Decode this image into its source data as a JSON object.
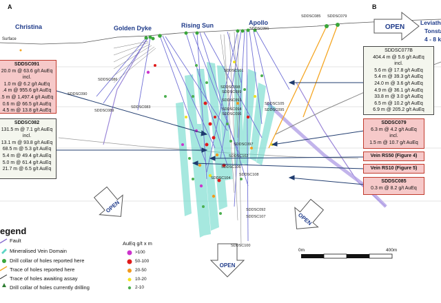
{
  "panel_labels": {
    "a": "A",
    "b": "B"
  },
  "deposits": [
    "Christina",
    "Golden Dyke",
    "Rising Sun",
    "Apollo"
  ],
  "leviathan": {
    "line1": "Leviath",
    "line2": "Tonsta",
    "line3": "4 - 8 k"
  },
  "surface_label": "Surface",
  "open_label": "OPEN",
  "hole_labels": [
    "SDDSC085",
    "SDDSC079",
    "SDDSC091",
    "SDDSC090",
    "SDDSC086",
    "SDDSC089",
    "SDDSC083",
    "SDDSC101",
    "SDDSC098",
    "SDDSC099",
    "SDDSC093",
    "SDDSC094",
    "SDDSC096",
    "SDDSC105",
    "SDDSC095",
    "SDDSC097",
    "SDDSC102",
    "SDDSC106",
    "SDDSC104",
    "SDDSC108",
    "SDDSC092",
    "SDDSC107",
    "SDDSC100"
  ],
  "boxes": {
    "sddsc091": {
      "title": "SDDSC091",
      "lines": [
        "20.0 m @ 63.6 g/t AuEq",
        "incl.",
        "1.0 m @ 6.2 g/t AuEq",
        ".4 m @ 955.6 g/t AuEq",
        ".5 m @ 1,497.4 g/t AuEq",
        "0.6 m @ 66.5 g/t AuEq",
        "4.5 m @ 13.8 g/t AuEq"
      ]
    },
    "sddsc082": {
      "title": "SDDSC082",
      "lines": [
        "131.5 m @ 7.1 g/t AuEq",
        "incl.",
        "13.1 m @ 93.8 g/t AuEq",
        "68.5 m @ 5.3 g/t AuEq",
        "5.4 m @ 49.4 g/t AuEq",
        "5.0 m @ 61.4 g/t AuEq",
        "21.7 m @ 6.5 g/t AuEq"
      ]
    },
    "sddsc077b": {
      "title": "SDDSC077B",
      "lines": [
        "404.4 m @ 5.6 g/t AuEq",
        "incl.",
        "5.6 m @ 17.8 g/t AuEq",
        "5.4 m @ 39.3 g/t AuEq",
        "24.0 m @ 3.6 g/t AuEq",
        "4.9 m @ 36.1 g/t AuEq",
        "33.8 m @ 3.0 g/t AuEq",
        "6.5 m @ 10.2 g/t AuEq",
        "6.9 m @ 205.2 g/t AuEq"
      ]
    },
    "sddsc079": {
      "title": "SDDSC079",
      "lines": [
        "6.3 m @ 4.2 g/t AuEq",
        "incl.",
        "1.5 m @ 10.7 g/t AuEq"
      ]
    },
    "vein550": {
      "title": "Vein RS50 (Figure 4)"
    },
    "vein510": {
      "title": "Vein RS10 (Figure 5)"
    },
    "sddsc085": {
      "title": "SDDSC085",
      "lines": [
        "0.3 m @ 8.2 g/t AuEq"
      ]
    }
  },
  "legend": {
    "title": "egend",
    "items": [
      "Fault",
      "Mineralised Vein Domain",
      "Drill collar of holes reported here",
      "Trace of holes reported here",
      "Trace of holes awaiting assay",
      "Drill collar of holes currently drilling"
    ],
    "colors": {
      "fault": "#8b6fd1",
      "vein": "#5ed6c6",
      "collar": "#3aa63a",
      "trace_reported": "#f5a623",
      "trace_awaiting": "#222222",
      "collar_drilling": "#2e7d32"
    }
  },
  "aueq": {
    "title": "AuEq g/t x m",
    "bins": [
      {
        "label": ">100",
        "color": "#cc33cc"
      },
      {
        "label": "50-100",
        "color": "#e01b1b"
      },
      {
        "label": "20-50",
        "color": "#f29a1d"
      },
      {
        "label": "10-20",
        "color": "#f2e21d"
      },
      {
        "label": "2-10",
        "color": "#4caf50"
      }
    ]
  },
  "scale": {
    "start": "0m",
    "end": "400m"
  }
}
